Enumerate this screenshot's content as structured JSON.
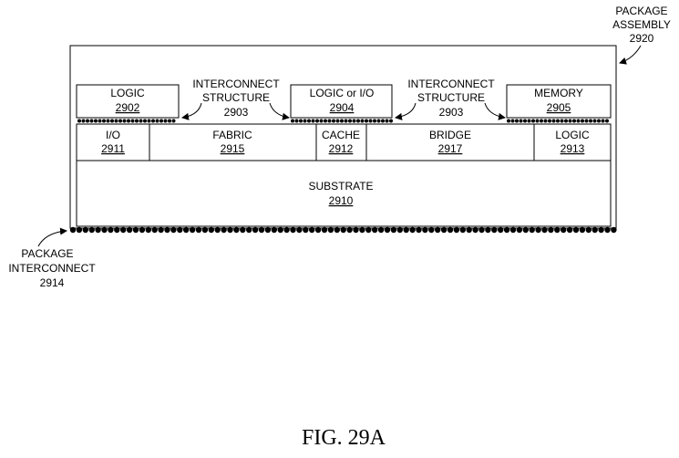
{
  "package_assembly": {
    "line1": "PACKAGE",
    "line2": "ASSEMBLY",
    "ref": "2920"
  },
  "package_interconnect": {
    "line1": "PACKAGE",
    "line2": "INTERCONNECT",
    "ref": "2914"
  },
  "dies": [
    {
      "label": "LOGIC",
      "ref": "2902"
    },
    {
      "label": "LOGIC or I/O",
      "ref": "2904"
    },
    {
      "label": "MEMORY",
      "ref": "2905"
    }
  ],
  "interconnect_structures": [
    {
      "line1": "INTERCONNECT",
      "line2": "STRUCTURE",
      "ref": "2903"
    },
    {
      "line1": "INTERCONNECT",
      "line2": "STRUCTURE",
      "ref": "2903"
    }
  ],
  "substrate_blocks": [
    {
      "label": "I/O",
      "ref": "2911"
    },
    {
      "label": "FABRIC",
      "ref": "2915"
    },
    {
      "label": "CACHE",
      "ref": "2912"
    },
    {
      "label": "BRIDGE",
      "ref": "2917"
    },
    {
      "label": "LOGIC",
      "ref": "2913"
    }
  ],
  "substrate": {
    "label": "SUBSTRATE",
    "ref": "2910"
  },
  "figure_caption": "FIG. 29A"
}
